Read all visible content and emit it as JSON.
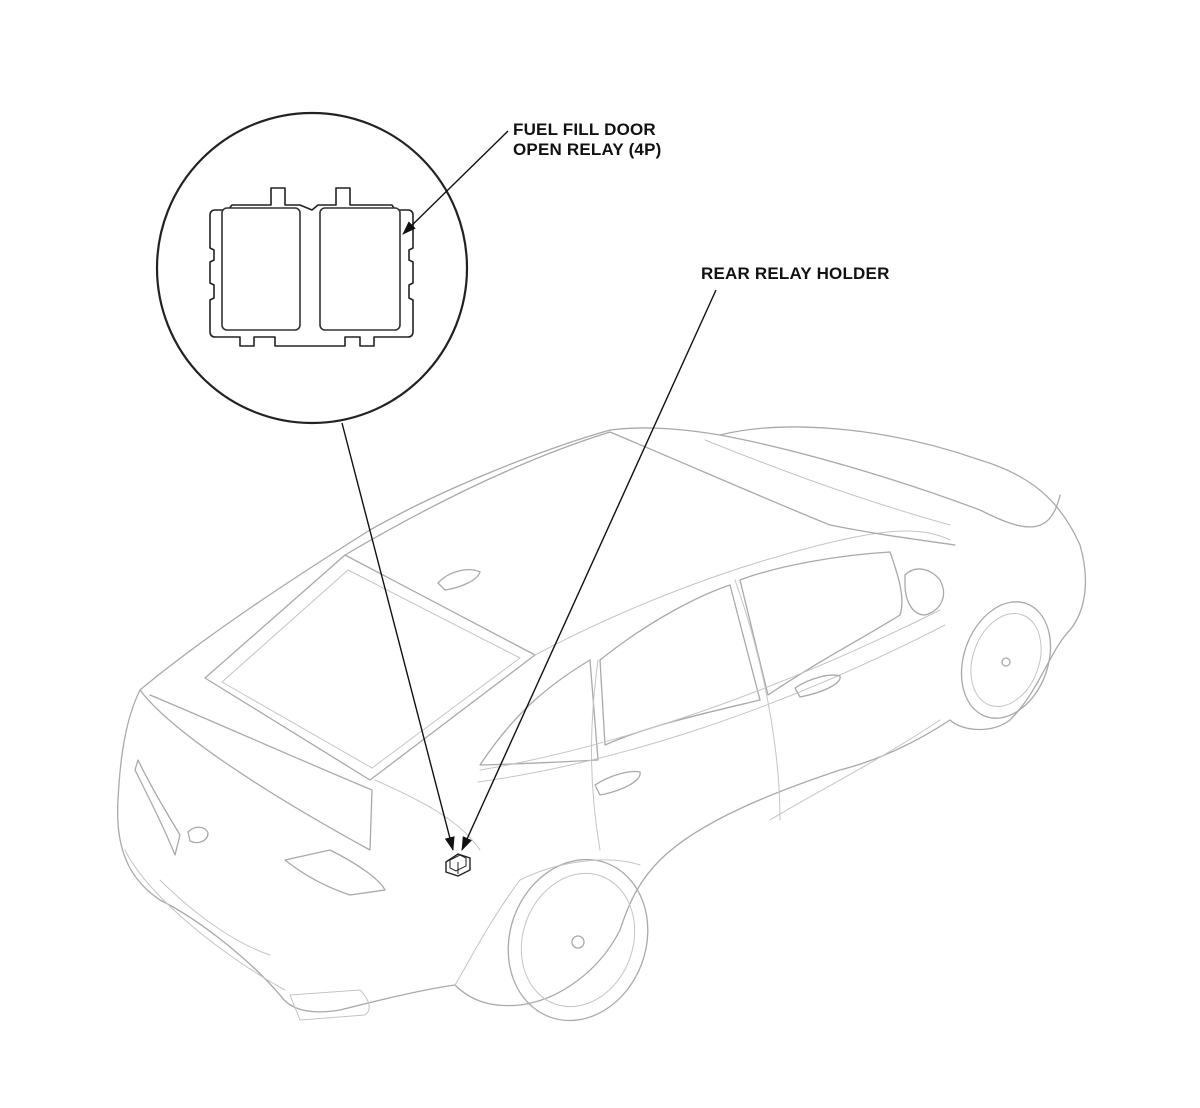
{
  "callouts": {
    "relay_line1": "FUEL FILL DOOR",
    "relay_line2": "OPEN RELAY (4P)",
    "holder": "REAR RELAY HOLDER"
  },
  "colors": {
    "outline": "#a9a9a9",
    "leader": "#111111",
    "background": "#ffffff"
  }
}
